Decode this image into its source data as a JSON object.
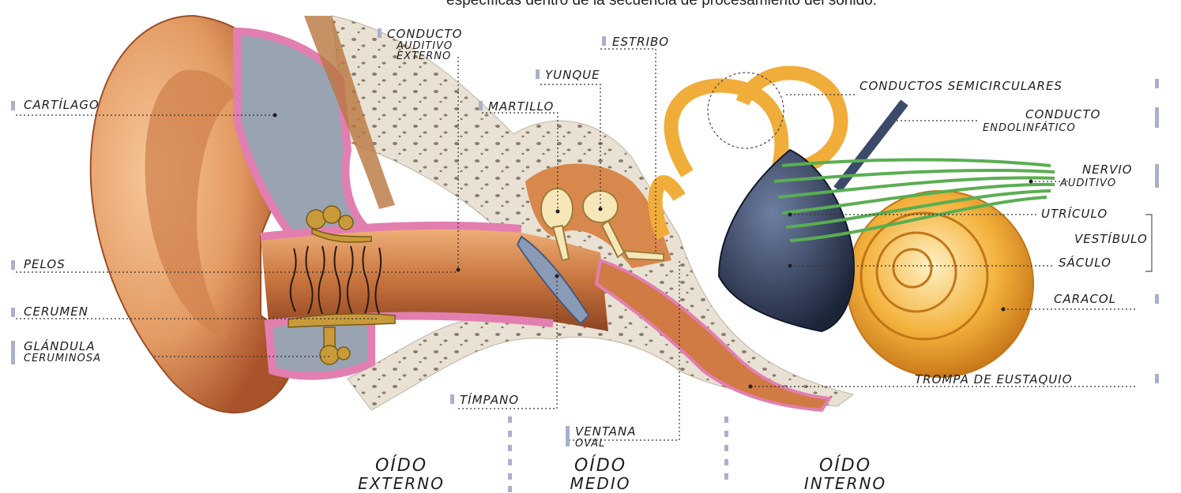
{
  "caption": "específicas dentro de la secuencia de procesamiento del sonido.",
  "labels": {
    "conducto_auditivo_1": "Conducto",
    "conducto_auditivo_2": "auditivo",
    "conducto_auditivo_3": "externo",
    "estribo": "Estribo",
    "yunque": "Yunque",
    "martillo": "Martillo",
    "cartilago": "Cartílago",
    "pelos": "Pelos",
    "cerumen": "Cerumen",
    "glandula_1": "Glándula",
    "glandula_2": "ceruminosa",
    "timpano": "Tímpano",
    "ventana_1": "Ventana",
    "ventana_2": "oval",
    "semicirculares": "Conductos semicirculares",
    "endolinfatico_1": "Conducto",
    "endolinfatico_2": "endolinfático",
    "nervio_1": "Nervio",
    "nervio_2": "auditivo",
    "utriculo": "Utrículo",
    "vestibulo": "Vestíbulo",
    "saculo": "Sáculo",
    "caracol": "Caracol",
    "trompa": "Trompa de Eustaquio"
  },
  "regions": {
    "externo_a": "Oído",
    "externo_b": "externo",
    "medio_a": "Oído",
    "medio_b": "medio",
    "interno_a": "Oído",
    "interno_b": "interno"
  },
  "colors": {
    "skin": "#e39a62",
    "skin_dark": "#b8602e",
    "bone": "#e8e0d2",
    "pink": "#e27fb0",
    "cartilage": "#9aa3b2",
    "cochlea": "#f3b23c",
    "vestibule": "#2e3a55",
    "nerve": "#5aae52",
    "marker": "#aab0cc"
  }
}
